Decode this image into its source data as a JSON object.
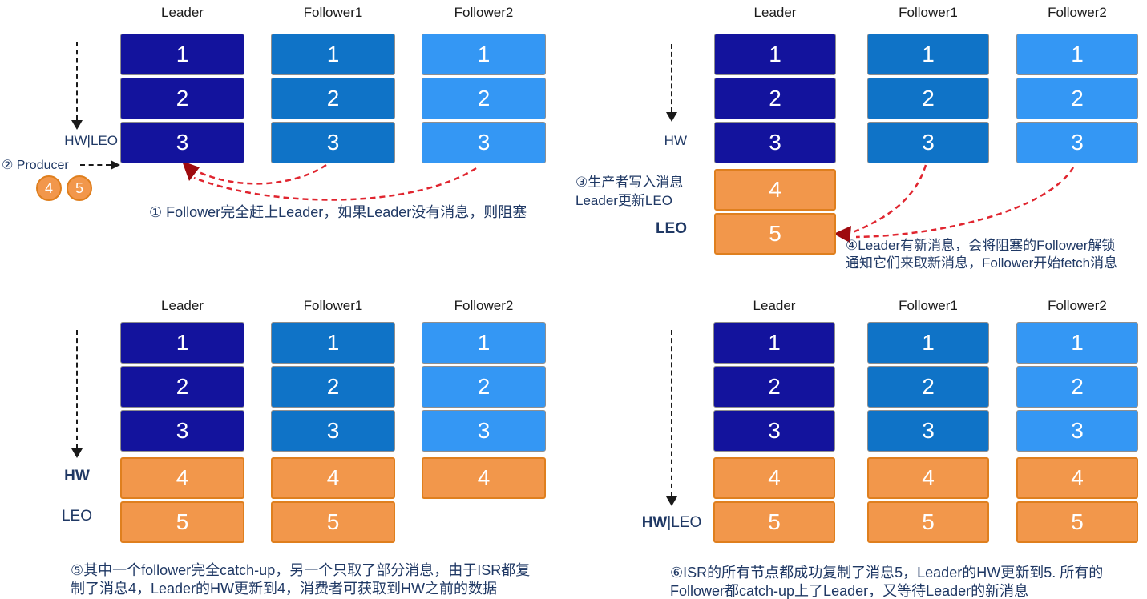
{
  "colors": {
    "leader_blue": "#13139D",
    "follower1_blue": "#0F73C7",
    "follower2_blue": "#3497F4",
    "message_orange": "#F2974B",
    "orange_border": "#DF7F1E",
    "block_border": "#8F8F8F",
    "label_navy": "#1F3864",
    "header_black": "#1A1A1A",
    "arrow_black": "#1A1A1A",
    "arrow_red": "#E0252F",
    "arrowhead_dark_red": "#9E0B0F",
    "background": "#FFFFFF"
  },
  "panels": [
    {
      "step": "1",
      "columns": [
        {
          "header": "Leader",
          "palette": "leader",
          "blocks": [
            {
              "label": "1",
              "type": "blue"
            },
            {
              "label": "2",
              "type": "blue"
            },
            {
              "label": "3",
              "type": "blue"
            }
          ]
        },
        {
          "header": "Follower1",
          "palette": "follower1",
          "blocks": [
            {
              "label": "1",
              "type": "blue"
            },
            {
              "label": "2",
              "type": "blue"
            },
            {
              "label": "3",
              "type": "blue"
            }
          ]
        },
        {
          "header": "Follower2",
          "palette": "follower2",
          "blocks": [
            {
              "label": "1",
              "type": "blue"
            },
            {
              "label": "2",
              "type": "blue"
            },
            {
              "label": "3",
              "type": "blue"
            }
          ]
        }
      ],
      "markers": {
        "pointer_label": "HW|LEO",
        "producer_label": "② Producer",
        "pending_messages": [
          "4",
          "5"
        ]
      },
      "caption": [
        "① Follower完全赶上Leader，如果Leader没有消息，则阻塞"
      ]
    },
    {
      "step": "2",
      "columns": [
        {
          "header": "Leader",
          "palette": "leader",
          "blocks": [
            {
              "label": "1",
              "type": "blue"
            },
            {
              "label": "2",
              "type": "blue"
            },
            {
              "label": "3",
              "type": "blue"
            },
            {
              "label": "4",
              "type": "orange"
            },
            {
              "label": "5",
              "type": "orange"
            }
          ]
        },
        {
          "header": "Follower1",
          "palette": "follower1",
          "blocks": [
            {
              "label": "1",
              "type": "blue"
            },
            {
              "label": "2",
              "type": "blue"
            },
            {
              "label": "3",
              "type": "blue"
            }
          ]
        },
        {
          "header": "Follower2",
          "palette": "follower2",
          "blocks": [
            {
              "label": "1",
              "type": "blue"
            },
            {
              "label": "2",
              "type": "blue"
            },
            {
              "label": "3",
              "type": "blue"
            }
          ]
        }
      ],
      "markers": {
        "hw_label": "HW",
        "leo_label": "LEO",
        "side_note_line1": "③生产者写入消息",
        "side_note_line2": "Leader更新LEO"
      },
      "caption": [
        "④Leader有新消息，会将阻塞的Follower解锁",
        "通知它们来取新消息，Follower开始fetch消息"
      ]
    },
    {
      "step": "3",
      "columns": [
        {
          "header": "Leader",
          "palette": "leader",
          "blocks": [
            {
              "label": "1",
              "type": "blue"
            },
            {
              "label": "2",
              "type": "blue"
            },
            {
              "label": "3",
              "type": "blue"
            },
            {
              "label": "4",
              "type": "orange"
            },
            {
              "label": "5",
              "type": "orange"
            }
          ]
        },
        {
          "header": "Follower1",
          "palette": "follower1",
          "blocks": [
            {
              "label": "1",
              "type": "blue"
            },
            {
              "label": "2",
              "type": "blue"
            },
            {
              "label": "3",
              "type": "blue"
            },
            {
              "label": "4",
              "type": "orange"
            },
            {
              "label": "5",
              "type": "orange"
            }
          ]
        },
        {
          "header": "Follower2",
          "palette": "follower2",
          "blocks": [
            {
              "label": "1",
              "type": "blue"
            },
            {
              "label": "2",
              "type": "blue"
            },
            {
              "label": "3",
              "type": "blue"
            },
            {
              "label": "4",
              "type": "orange"
            }
          ]
        }
      ],
      "markers": {
        "hw_label": "HW",
        "leo_label": "LEO"
      },
      "caption": [
        "⑤其中一个follower完全catch-up，另一个只取了部分消息，由于ISR都复",
        "制了消息4，Leader的HW更新到4，消费者可获取到HW之前的数据"
      ]
    },
    {
      "step": "4",
      "columns": [
        {
          "header": "Leader",
          "palette": "leader",
          "blocks": [
            {
              "label": "1",
              "type": "blue"
            },
            {
              "label": "2",
              "type": "blue"
            },
            {
              "label": "3",
              "type": "blue"
            },
            {
              "label": "4",
              "type": "orange"
            },
            {
              "label": "5",
              "type": "orange"
            }
          ]
        },
        {
          "header": "Follower1",
          "palette": "follower1",
          "blocks": [
            {
              "label": "1",
              "type": "blue"
            },
            {
              "label": "2",
              "type": "blue"
            },
            {
              "label": "3",
              "type": "blue"
            },
            {
              "label": "4",
              "type": "orange"
            },
            {
              "label": "5",
              "type": "orange"
            }
          ]
        },
        {
          "header": "Follower2",
          "palette": "follower2",
          "blocks": [
            {
              "label": "1",
              "type": "blue"
            },
            {
              "label": "2",
              "type": "blue"
            },
            {
              "label": "3",
              "type": "blue"
            },
            {
              "label": "4",
              "type": "orange"
            },
            {
              "label": "5",
              "type": "orange"
            }
          ]
        }
      ],
      "markers": {
        "pointer_label_bold": "HW",
        "pointer_label_rest": "|LEO"
      },
      "caption": [
        "⑥ISR的所有节点都成功复制了消息5，Leader的HW更新到5. 所有的",
        "Follower都catch-up上了Leader，又等待Leader的新消息"
      ]
    }
  ]
}
